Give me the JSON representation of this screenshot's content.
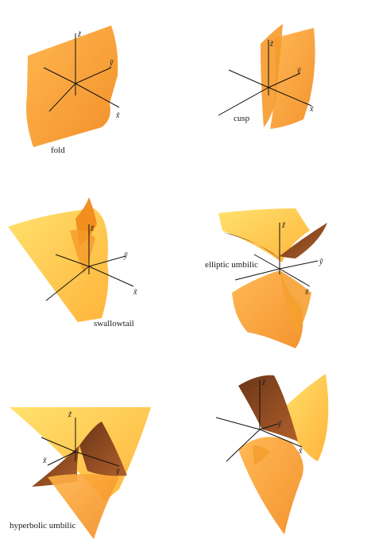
{
  "panels": [
    {
      "id": "fold",
      "caption": "fold",
      "axes": {
        "z": "z̃",
        "y": "ỹ",
        "x": "x̃"
      }
    },
    {
      "id": "cusp",
      "caption": "cusp",
      "axes": {
        "z": "z̃",
        "y": "ỹ",
        "x": "x̃"
      }
    },
    {
      "id": "swallowtail",
      "caption": "swallowtail",
      "axes": {
        "z": "z̃",
        "y": "ỹ",
        "x": "x̃"
      }
    },
    {
      "id": "elliptic-umbilic",
      "caption": "elliptic umbilic",
      "axes": {
        "z": "z̃",
        "y": "ỹ",
        "x": "x̃"
      }
    },
    {
      "id": "hyperbolic-umbilic",
      "caption": "hyperbolic umbilic",
      "axes": {
        "z": "z̃",
        "y": "ỹ",
        "x": "x̃"
      }
    },
    {
      "id": "parabolic-umbilic",
      "caption": "",
      "axes": {
        "z": "z̃",
        "y": "ỹ",
        "x": "x̃"
      }
    }
  ],
  "colors": {
    "surface_light": "#ffc84a",
    "surface_mid": "#f59a2a",
    "surface_dark": "#8a4a22",
    "axis": "#111111"
  }
}
